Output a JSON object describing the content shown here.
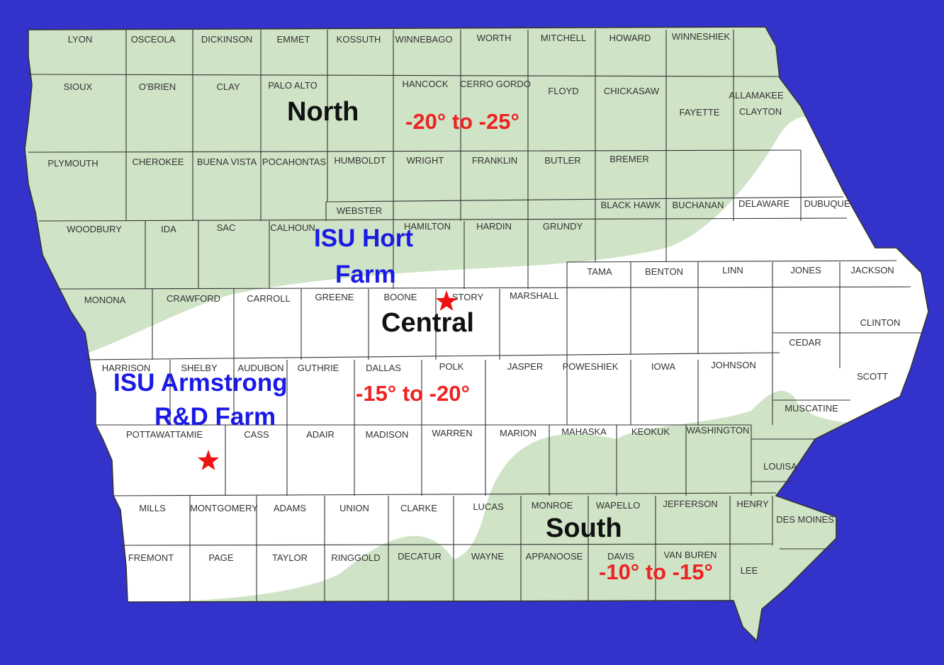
{
  "colors": {
    "background": "#3333cc",
    "zone_green": "#cfe3c6",
    "zone_white": "#ffffff",
    "temperature_text": "#ee2222",
    "farm_text": "#1a1ae6",
    "star": "#ee1111"
  },
  "regions": {
    "north": {
      "label": "North",
      "temp": "-20° to -25°"
    },
    "central": {
      "label": "Central",
      "temp": "-15° to -20°"
    },
    "south": {
      "label": "South",
      "temp": "-10° to -15°"
    }
  },
  "farms": {
    "hort": {
      "line1": "ISU Hort",
      "line2": "Farm",
      "marker": "star-icon"
    },
    "armstrong": {
      "line1": "ISU Armstrong",
      "line2": "R&D Farm",
      "marker": "star-icon"
    }
  },
  "counties": [
    "LYON",
    "OSCEOLA",
    "DICKINSON",
    "EMMET",
    "KOSSUTH",
    "WINNEBAGO",
    "WORTH",
    "MITCHELL",
    "HOWARD",
    "WINNESHIEK",
    "SIOUX",
    "O'BRIEN",
    "CLAY",
    "PALO ALTO",
    "HANCOCK",
    "CERRO GORDO",
    "FLOYD",
    "CHICKASAW",
    "ALLAMAKEE",
    "FAYETTE",
    "CLAYTON",
    "PLYMOUTH",
    "CHEROKEE",
    "BUENA VISTA",
    "POCAHONTAS",
    "HUMBOLDT",
    "WRIGHT",
    "FRANKLIN",
    "BUTLER",
    "BREMER",
    "WEBSTER",
    "BLACK HAWK",
    "BUCHANAN",
    "DELAWARE",
    "DUBUQUE",
    "WOODBURY",
    "IDA",
    "SAC",
    "CALHOUN",
    "HAMILTON",
    "HARDIN",
    "GRUNDY",
    "TAMA",
    "BENTON",
    "LINN",
    "JONES",
    "JACKSON",
    "MONONA",
    "CRAWFORD",
    "CARROLL",
    "GREENE",
    "BOONE",
    "STORY",
    "MARSHALL",
    "CLINTON",
    "CEDAR",
    "HARRISON",
    "SHELBY",
    "AUDUBON",
    "GUTHRIE",
    "DALLAS",
    "POLK",
    "JASPER",
    "POWESHIEK",
    "IOWA",
    "JOHNSON",
    "SCOTT",
    "MUSCATINE",
    "POTTAWATTAMIE",
    "CASS",
    "ADAIR",
    "MADISON",
    "WARREN",
    "MARION",
    "MAHASKA",
    "KEOKUK",
    "WASHINGTON",
    "LOUISA",
    "MILLS",
    "MONTGOMERY",
    "ADAMS",
    "UNION",
    "CLARKE",
    "LUCAS",
    "MONROE",
    "WAPELLO",
    "JEFFERSON",
    "HENRY",
    "DES MOINES",
    "FREMONT",
    "PAGE",
    "TAYLOR",
    "RINGGOLD",
    "DECATUR",
    "WAYNE",
    "APPANOOSE",
    "DAVIS",
    "VAN BUREN",
    "LEE"
  ]
}
